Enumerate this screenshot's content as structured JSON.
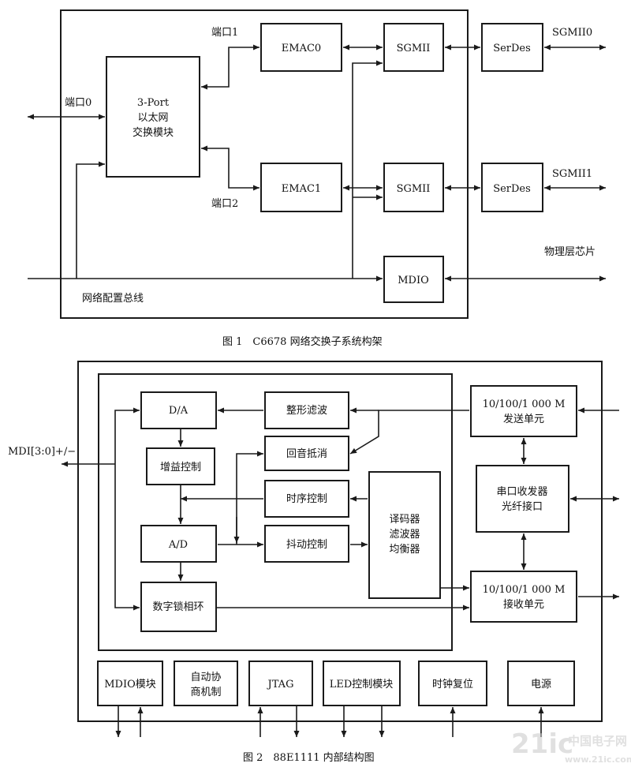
{
  "fig1": {
    "caption": "图 1　C6678 网络交换子系统构架",
    "switch": [
      "3-Port",
      "以太网",
      "交换模块"
    ],
    "port0": "端口0",
    "port1": "端口1",
    "port2": "端口2",
    "emac0": "EMAC0",
    "emac1": "EMAC1",
    "sgmii_a": "SGMII",
    "sgmii_b": "SGMII",
    "serdes_a": "SerDes",
    "serdes_b": "SerDes",
    "sgmii0_out": "SGMII0",
    "sgmii1_out": "SGMII1",
    "phy": "物理层芯片",
    "mdio": "MDIO",
    "bus": "网络配置总线"
  },
  "fig2": {
    "caption": "图 2　88E1111 内部结构图",
    "mdi": "MDI[3:0]+/−",
    "da": "D/A",
    "gain": "增益控制",
    "ad": "A/D",
    "pll": "数字锁相环",
    "shaping": "整形滤波",
    "echo": "回音抵消",
    "timing": "时序控制",
    "jitter": "抖动控制",
    "decoder": [
      "译码器",
      "滤波器",
      "均衡器"
    ],
    "tx": [
      "10/100/1 000 M",
      "发送单元"
    ],
    "serial": [
      "串口收发器",
      "光纤接口"
    ],
    "rx": [
      "10/100/1 000 M",
      "接收单元"
    ],
    "bottom": [
      "MDIO模块",
      "自动协",
      "商机制",
      "JTAG",
      "LED控制模块",
      "时钟复位",
      "电源"
    ]
  },
  "watermark": {
    "a": "21ic",
    "b": "中国电子网",
    "c": "www.21ic.com"
  },
  "colors": {
    "ink": "#1a1a1a",
    "watermark": "#c8c8c8"
  }
}
